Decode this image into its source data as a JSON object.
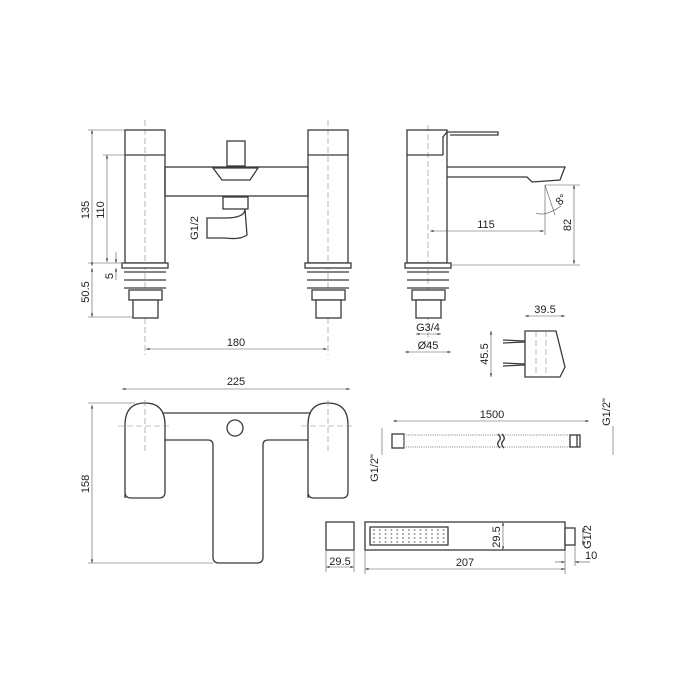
{
  "front_view": {
    "height_total": "135",
    "height_body": "110",
    "flange": "5",
    "base": "50.5",
    "centres": "180",
    "outlet_thread": "G1/2"
  },
  "side_view": {
    "spout_reach": "115",
    "spout_height": "82",
    "angle": "8°",
    "thread": "G3/4",
    "diameter": "Ø45"
  },
  "bracket": {
    "width": "39.5",
    "height": "45.5"
  },
  "plan_view": {
    "width": "225",
    "depth": "158"
  },
  "hose": {
    "length": "1500",
    "thread_left": "G1/2\"",
    "thread_right": "G1/2\""
  },
  "hand_shower": {
    "end_width": "29.5",
    "height": "29.5",
    "length": "207",
    "thread": "G1/2",
    "connector": "10"
  }
}
